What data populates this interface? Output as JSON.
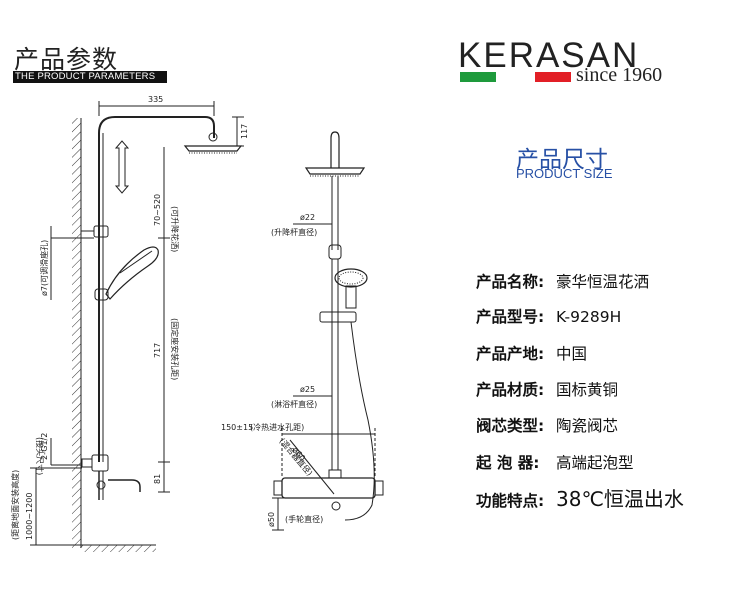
{
  "header": {
    "title_cn": "产品参数",
    "title_en": "THE PRODUCT PARAMETERS"
  },
  "brand": {
    "name": "KERASAN",
    "since": "since 1960",
    "colors": {
      "green": "#1e9a3c",
      "red": "#e21f26"
    }
  },
  "size_section": {
    "title_cn": "产品尺寸",
    "title_en": "PRODUCT SIZE",
    "color": "#2750a5"
  },
  "specs": [
    {
      "label": "产品名称:",
      "value": "豪华恒温花洒"
    },
    {
      "label": "产品型号:",
      "value": "K-9289H"
    },
    {
      "label": "产品产地:",
      "value": "中国"
    },
    {
      "label": "产品材质:",
      "value": "国标黄铜"
    },
    {
      "label": "阀芯类型:",
      "value": "陶瓷阀芯"
    },
    {
      "label": "起 泡 器:",
      "value": "高端起泡型"
    },
    {
      "label": "功能特点:",
      "value": "38℃恒温出水"
    }
  ],
  "side_view": {
    "dim_top_width": "335",
    "dim_head_height": "117",
    "dim_adjust": "70~520",
    "dim_adjust_note": "(可升降花洒)",
    "dim_mount": "717",
    "dim_mount_note": "(固定座安装孔距)",
    "dim_slide": "ø7(可调滑座孔)",
    "dim_thread": "2-G1/2",
    "dim_thread_note": "(接头尺寸)",
    "dim_floor": "1000~1200",
    "dim_floor_note": "(距离地面安装高度)",
    "dim_spout": "81"
  },
  "front_view": {
    "dim_lift_rod": "ø22",
    "dim_lift_rod_note": "(升降杆直径)",
    "dim_shower_rod": "ø25",
    "dim_shower_rod_note": "(淋浴杆直径)",
    "dim_inlet": "150±15",
    "dim_inlet_note": "(冷热进水孔距)",
    "dim_mixer": "ø60",
    "dim_mixer_note": "(混合器直径)",
    "dim_knob": "ø50",
    "dim_knob_note": "(手轮直径)"
  }
}
